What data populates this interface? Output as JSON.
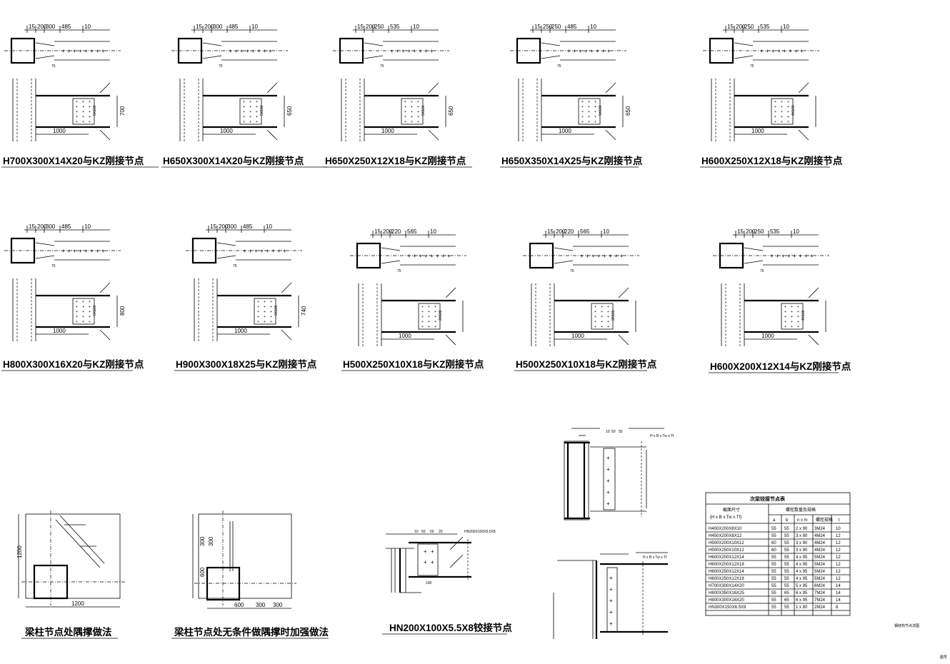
{
  "sheet": {
    "background": "#ffffff",
    "ink": "#000000"
  },
  "rigid_joints": [
    {
      "title": "H700X300X14X20与KZ刚接节点",
      "top_dims": [
        "15",
        "200",
        "300",
        "485",
        "10"
      ],
      "height_label": "700",
      "length_label": "1000",
      "web_dims": "75",
      "bolt_pattern": "5X100"
    },
    {
      "title": "H650X300X14X20与KZ刚接节点",
      "top_dims": [
        "15",
        "200",
        "300",
        "485",
        "10"
      ],
      "height_label": "650",
      "length_label": "1000",
      "web_dims": "75",
      "bolt_pattern": "5X100"
    },
    {
      "title": "H650X250X12X18与KZ刚接节点",
      "top_dims": [
        "15",
        "200",
        "250",
        "535",
        "10"
      ],
      "height_label": "650",
      "length_label": "1000",
      "web_dims": "75",
      "bolt_pattern": "5X100"
    },
    {
      "title": "H650X350X14X25与KZ刚接节点",
      "top_dims": [
        "15",
        "250",
        "250",
        "485",
        "10"
      ],
      "height_label": "650",
      "length_label": "1000",
      "web_dims": "75",
      "bolt_pattern": "5X100"
    },
    {
      "title": "H600X250X12X18与KZ刚接节点",
      "top_dims": [
        "15",
        "200",
        "250",
        "535",
        "10"
      ],
      "height_label": "",
      "length_label": "1000",
      "web_dims": "75",
      "bolt_pattern": "4X100"
    },
    {
      "title": "H800X300X16X20与KZ刚接节点",
      "top_dims": [
        "15",
        "200",
        "300",
        "485",
        "10"
      ],
      "height_label": "800",
      "length_label": "1000",
      "web_dims": "75",
      "bolt_pattern": "6X100"
    },
    {
      "title": "H900X300X18X25与KZ刚接节点",
      "top_dims": [
        "15",
        "200",
        "300",
        "485",
        "10"
      ],
      "height_label": "740",
      "length_label": "1000",
      "web_dims": "75",
      "bolt_pattern": "6X100"
    },
    {
      "title": "H500X250X10X18与KZ刚接节点",
      "top_dims": [
        "15",
        "200",
        "220",
        "565",
        "10"
      ],
      "height_label": "",
      "length_label": "1000",
      "web_dims": "75",
      "bolt_pattern": "3X100"
    },
    {
      "title": "H500X250X10X18与KZ刚接节点",
      "top_dims": [
        "15",
        "200",
        "220",
        "565",
        "10"
      ],
      "height_label": "",
      "length_label": "1000",
      "web_dims": "75",
      "bolt_pattern": "3X100"
    },
    {
      "title": "H600X200X12X14与KZ刚接节点",
      "top_dims": [
        "15",
        "200",
        "250",
        "535",
        "10"
      ],
      "height_label": "",
      "length_label": "1000",
      "web_dims": "75",
      "bolt_pattern": "4X100"
    }
  ],
  "bracing_details": [
    {
      "title": "梁柱节点处隅撑做法",
      "dims": [
        "1200",
        "1200"
      ]
    },
    {
      "title": "梁柱节点处无条件做隅撑时加强做法",
      "dims": [
        "300",
        "300",
        "600",
        "600",
        "300",
        "300"
      ]
    }
  ],
  "pin_joint": {
    "title": "HN200X100X5.5X8铰接节点",
    "member_label": "HN200X100X5.5X8",
    "top_dims": [
      "10",
      "50",
      "50",
      "20"
    ],
    "bottom_dim": "100"
  },
  "secondary_detail": {
    "labels": [
      "H x B x Tw x Tf",
      "H x B x Tw x Tf"
    ],
    "top_dims": [
      "10",
      "50",
      "50"
    ]
  },
  "table": {
    "title": "次梁铰接节点表",
    "header_left": "截面尺寸",
    "header_left_sub": "(H x B x Tw x Tf)",
    "header_right": "螺栓数量及规格",
    "columns": [
      "a",
      "b",
      "n x m",
      "螺栓规格",
      "t"
    ],
    "rows": [
      [
        "H400X200X8X10",
        "55",
        "55",
        "2 x 90",
        "3M24",
        "10"
      ],
      [
        "H450X200X8X12",
        "55",
        "55",
        "3 x 80",
        "4M24",
        "12"
      ],
      [
        "H500X200X10X12",
        "60",
        "55",
        "3 x 90",
        "4M24",
        "12"
      ],
      [
        "H500X250X10X12",
        "60",
        "55",
        "3 x 90",
        "4M24",
        "12"
      ],
      [
        "H600X200X12X14",
        "55",
        "55",
        "4 x 95",
        "5M24",
        "12"
      ],
      [
        "H600X200X12X18",
        "55",
        "55",
        "4 x 95",
        "5M24",
        "12"
      ],
      [
        "H600X250X12X14",
        "55",
        "55",
        "4 x 95",
        "5M24",
        "12"
      ],
      [
        "H600X250X12X18",
        "55",
        "55",
        "4 x 95",
        "5M24",
        "12"
      ],
      [
        "H700X300X14X20",
        "55",
        "55",
        "5 x 95",
        "6M24",
        "14"
      ],
      [
        "H800X350X16X25",
        "55",
        "65",
        "6 x 95",
        "7M24",
        "14"
      ],
      [
        "H800X300X16X20",
        "55",
        "65",
        "6 x 95",
        "7M24",
        "14"
      ],
      [
        "HN300X150X6.5X9",
        "55",
        "55",
        "1 x 80",
        "2M24",
        "8"
      ]
    ]
  },
  "corner_notes": [
    "钢结构节点详图",
    "图号"
  ]
}
